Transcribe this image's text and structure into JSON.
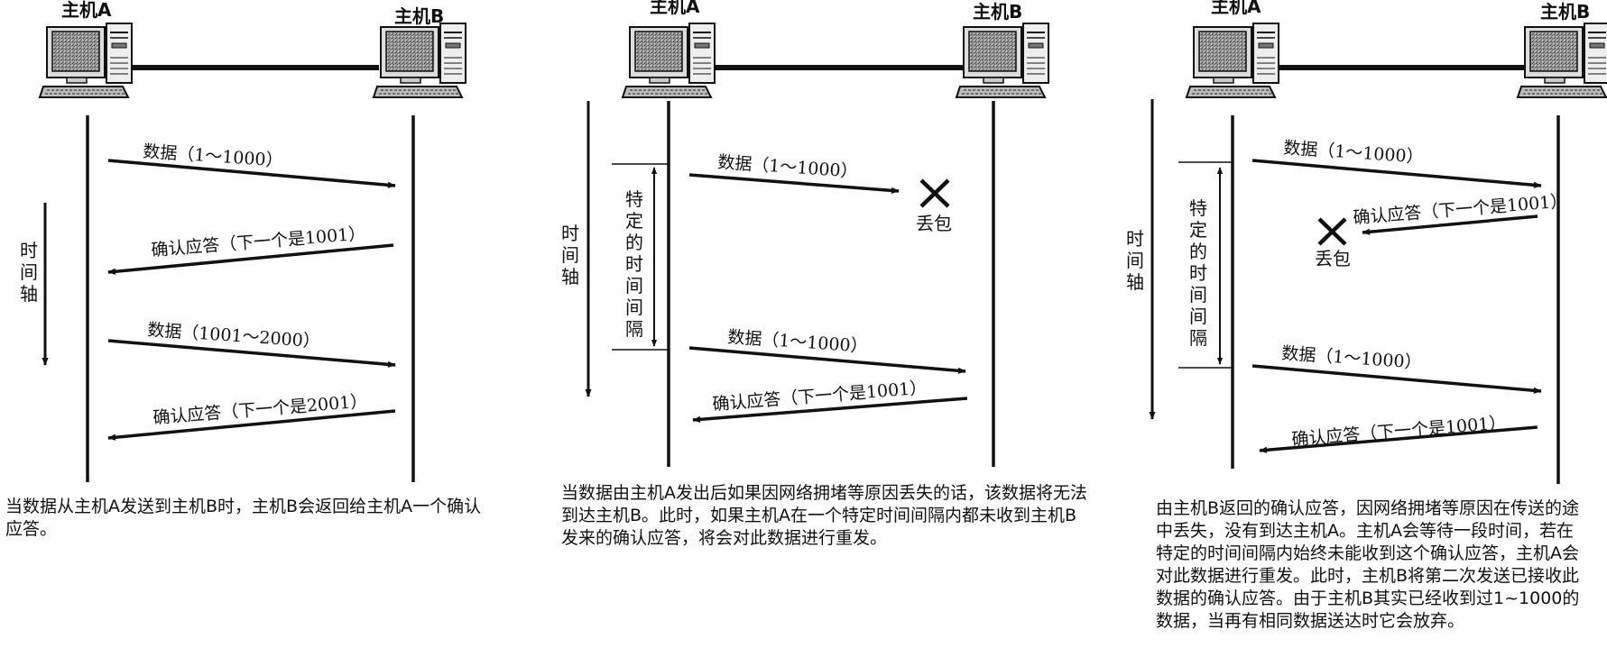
{
  "panels": [
    {
      "host_a": "主机A",
      "host_b": "主机B",
      "time_axis": "时间轴",
      "messages": [
        {
          "text": "数据（1～1000）"
        },
        {
          "text": "确认应答（下一个是1001）"
        },
        {
          "text": "数据（1001～2000）"
        },
        {
          "text": "确认应答（下一个是2001）"
        }
      ],
      "caption": "当数据从主机A发送到主机B时，主机B会返回给主机A一个确认应答。"
    },
    {
      "host_a": "主机A",
      "host_b": "主机B",
      "time_axis": "时间轴",
      "interval_label": "特定的时间间隔",
      "loss_label": "丢包",
      "messages": [
        {
          "text": "数据（1～1000）"
        },
        {
          "text": "数据（1～1000）"
        },
        {
          "text": "确认应答（下一个是1001）"
        }
      ],
      "caption": "当数据由主机A发出后如果因网络拥堵等原因丢失的话，该数据将无法到达主机B。此时，如果主机A在一个特定时间间隔内都未收到主机B发来的确认应答，将会对此数据进行重发。"
    },
    {
      "host_a": "主机A",
      "host_b": "主机B",
      "time_axis": "时间轴",
      "interval_label": "特定的时间间隔",
      "loss_label": "丢包",
      "messages": [
        {
          "text": "数据（1～1000）"
        },
        {
          "text": "确认应答（下一个是1001）"
        },
        {
          "text": "数据（1～1000）"
        },
        {
          "text": "确认应答（下一个是1001）"
        }
      ],
      "caption": "由主机B返回的确认应答，因网络拥堵等原因在传送的途中丢失，没有到达主机A。主机A会等待一段时间，若在特定的时间间隔内始终未能收到这个确认应答，主机A会对此数据进行重发。此时，主机B将第二次发送已接收此数据的确认应答。由于主机B其实已经收到过1~1000的数据，当再有相同数据送达时它会放弃。"
    }
  ]
}
